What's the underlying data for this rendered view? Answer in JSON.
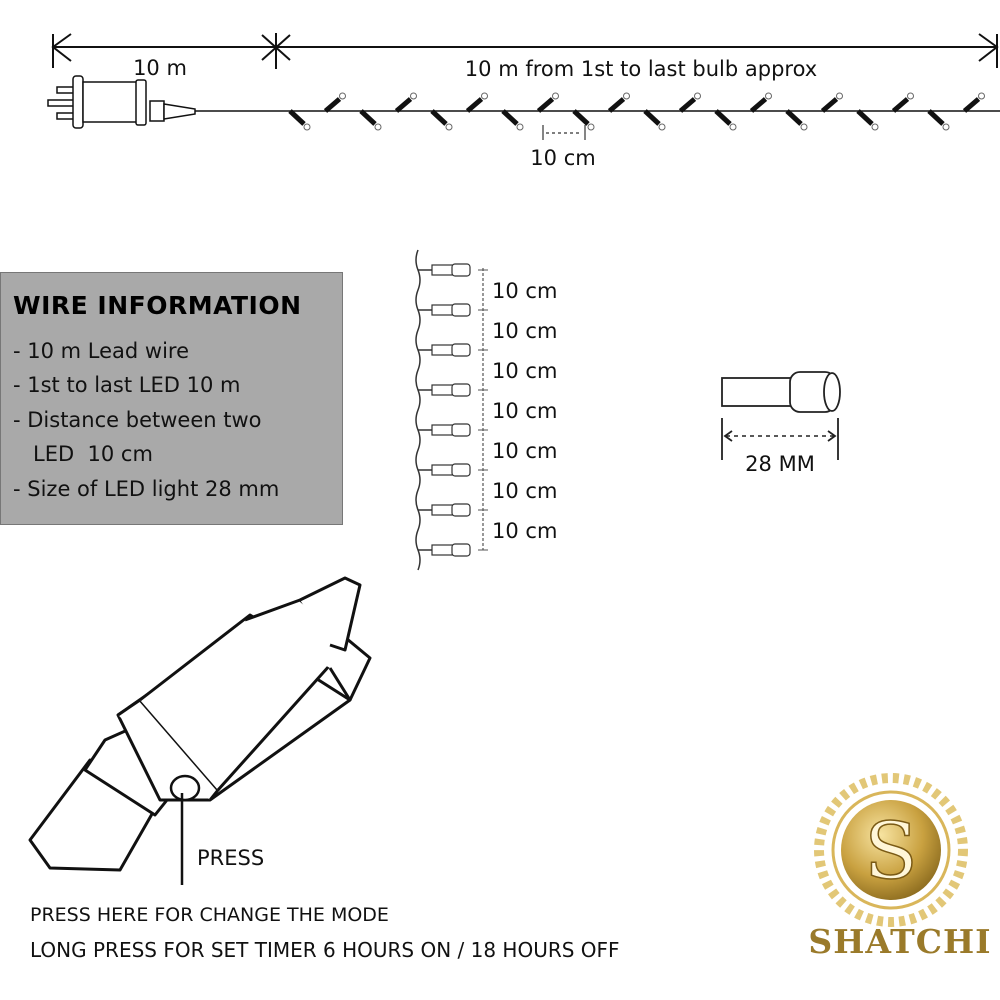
{
  "top_diagram": {
    "lead_label": "10 m",
    "string_label": "10 m from 1st to last bulb approx",
    "spacing_label": "10 cm"
  },
  "wire_info": {
    "title": "WIRE INFORMATION",
    "lines": [
      "- 10 m Lead wire",
      "- 1st to last LED 10 m",
      "- Distance between two",
      "   LED  10 cm",
      "- Size of LED light 28 mm"
    ]
  },
  "vertical_strand": {
    "spacing_labels": [
      "10 cm",
      "10 cm",
      "10 cm",
      "10 cm",
      "10 cm",
      "10 cm",
      "10 cm"
    ]
  },
  "led_detail": {
    "size_label": "28 MM"
  },
  "controller": {
    "press_label": "PRESS",
    "note_mode": "PRESS HERE FOR CHANGE THE MODE",
    "note_timer": "LONG PRESS FOR SET TIMER 6 HOURS ON / 18 HOURS OFF"
  },
  "logo": {
    "letter": "S",
    "brand": "SHATCHI",
    "gold": "#b8902e"
  }
}
